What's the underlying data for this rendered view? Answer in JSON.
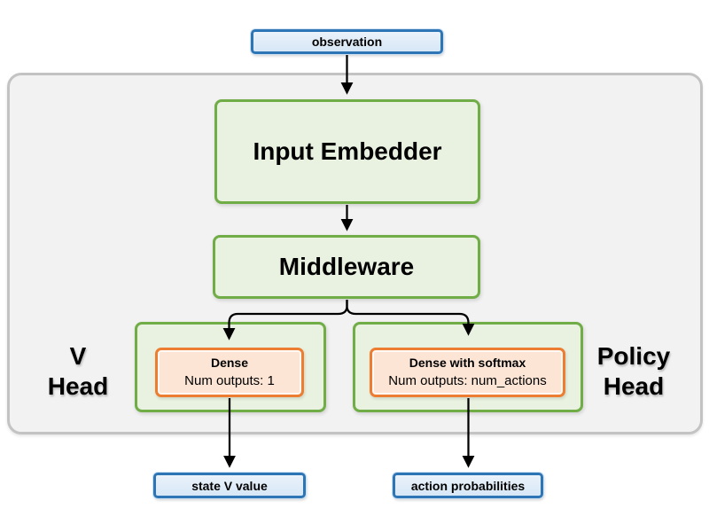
{
  "nodes": {
    "observation": {
      "label": "observation"
    },
    "input_embedder": {
      "label": "Input Embedder"
    },
    "middleware": {
      "label": "Middleware"
    },
    "v_head": {
      "line1": "V",
      "line2": "Head"
    },
    "v_dense": {
      "title": "Dense",
      "subtitle": "Num outputs: 1"
    },
    "policy_head": {
      "line1": "Policy",
      "line2": "Head"
    },
    "policy_dense": {
      "title": "Dense with softmax",
      "subtitle": "Num outputs: num_actions"
    },
    "state_v_value": {
      "label": "state V value"
    },
    "action_probabilities": {
      "label": "action probabilities"
    }
  },
  "colors": {
    "container_fill": "#f2f2f2",
    "container_border": "#c3c3c3",
    "green_fill": "#e9f2e1",
    "green_border": "#70ad47",
    "orange_fill": "#fce5d5",
    "orange_border": "#ed7d31",
    "blue_fill": "#dbe9f7",
    "blue_border": "#2e75b6",
    "arrow": "#000000"
  }
}
